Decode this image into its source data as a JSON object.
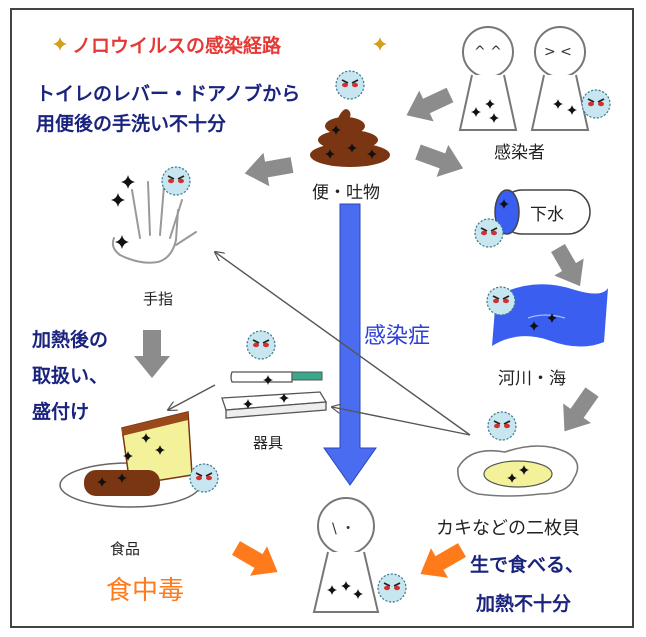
{
  "title": {
    "text": "ノロウイルスの感染経路",
    "color": "#e53935",
    "star_color": "#d4a017"
  },
  "source_labels": {
    "feces": "便・吐物",
    "infected": "感染者",
    "sewage": "下水",
    "river": "河川・海"
  },
  "transmission_notes": {
    "lever_line1": "トイレのレバー・ドアノブから",
    "lever_line2": "用便後の手洗い不十分",
    "heated_line1": "加熱後の",
    "heated_line2": "取扱い、",
    "heated_line3": "盛付け",
    "raw_line1": "生で食べる、",
    "raw_line2": "加熱不十分"
  },
  "item_labels": {
    "fingers": "手指",
    "utensils": "器具",
    "food": "食品",
    "oyster": "カキなどの二枚貝"
  },
  "center_labels": {
    "infection": "感染症",
    "poisoning": "食中毒"
  },
  "faces": {
    "smile": "^ ^",
    "grimace": "> <",
    "sleep": "\\ ・"
  },
  "colors": {
    "navy": "#1a237e",
    "blue_arrow": "#4a6cf0",
    "orange": "#ff7a1a",
    "gray_arrow": "#8c8c8c",
    "virus": "#c8e6f0",
    "virus_eye": "#d32f2f",
    "water": "#3a5ef0",
    "cheese": "#f3f29a",
    "poop": "#7a3512"
  },
  "icons": [
    "virus-icon",
    "sparkle-icon",
    "hand-icon",
    "poop-icon",
    "pipe-icon",
    "water-icon",
    "knife-icon",
    "cutting-board-icon",
    "cake-icon",
    "oyster-icon",
    "person-icon"
  ]
}
